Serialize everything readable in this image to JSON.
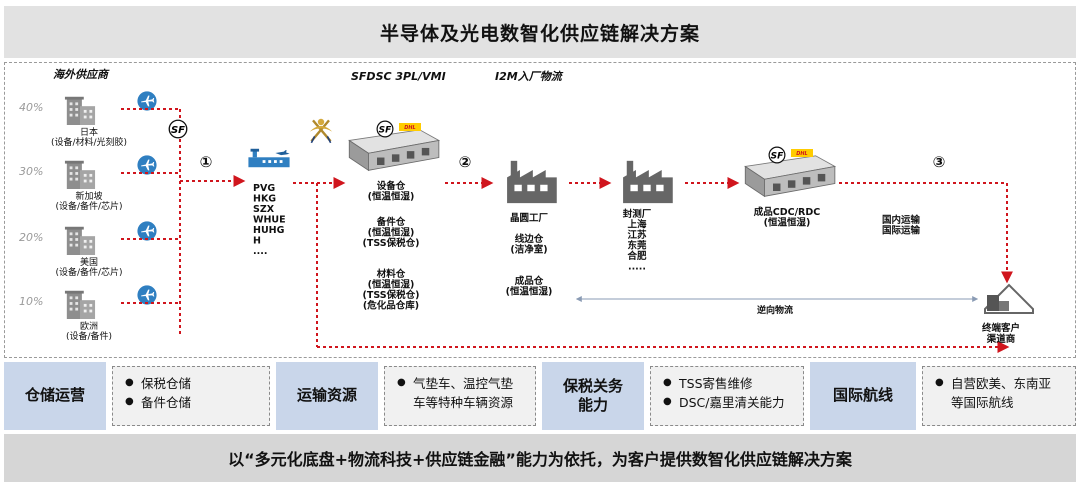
{
  "title": "半导体及光电数智化供应链解决方案",
  "diagram": {
    "overseas_title": "海外供应商",
    "sfdsc_title": "SFDSC 3PL/VMI",
    "i2m_title": "I2M入厂物流",
    "suppliers": [
      {
        "pct": "40%",
        "lines": [
          "日本",
          "(设备/材料/光刻胶)"
        ]
      },
      {
        "pct": "30%",
        "lines": [
          "新加坡",
          "(设备/备件/芯片)"
        ]
      },
      {
        "pct": "20%",
        "lines": [
          "美国",
          "(设备/备件/芯片)"
        ]
      },
      {
        "pct": "10%",
        "lines": [
          "欧洲",
          "(设备/备件)"
        ]
      }
    ],
    "steps": [
      "①",
      "②",
      "③"
    ],
    "airports": [
      "PVG",
      "HKG",
      "SZX",
      "WHUE",
      "HUHG",
      "H",
      "...."
    ],
    "warehouses": [
      [
        "设备仓",
        "(恒温恒湿)"
      ],
      [
        "备件仓",
        "(恒温恒湿)",
        "(TSS保税仓)"
      ],
      [
        "材料仓",
        "(恒温恒湿)",
        "(TSS保税仓)",
        "(危化品仓库)"
      ]
    ],
    "fab_lines": [
      "晶圆工厂",
      "",
      "线边仓",
      "(洁净室)",
      "",
      "",
      "成品仓",
      "(恒温恒湿)"
    ],
    "packaging_lines": [
      "封测厂",
      "上海",
      "江苏",
      "东莞",
      "合肥",
      "....."
    ],
    "cdc_lines": [
      "成品CDC/RDC",
      "(恒温恒湿)"
    ],
    "transport_lines": [
      "国内运输",
      "国际运输"
    ],
    "reverse_label": "逆向物流",
    "customer_lines": [
      "终端客户",
      "渠道商"
    ],
    "logo_texts": {
      "sf": "SF",
      "dhl": "DHL"
    }
  },
  "capabilities": [
    {
      "label": "仓储运营",
      "items": [
        "保税仓储",
        "备件仓储"
      ]
    },
    {
      "label": "运输资源",
      "items": [
        "气垫车、温控气垫车等特种车辆资源"
      ]
    },
    {
      "label": "保税关务能力",
      "items": [
        "TSS寄售维修",
        "DSC/嘉里清关能力"
      ]
    },
    {
      "label": "国际航线",
      "items": [
        "自营欧美、东南亚等国际航线"
      ]
    }
  ],
  "footer": "以“多元化底盘+物流科技+供应链金融”能力为依托，为客户提供数智化供应链解决方案",
  "colors": {
    "arrow": "#d0151d",
    "plane": "#2f7fc1",
    "label_band": "#c9d6ea",
    "factory": "#666666",
    "dhl": "#ffcc00"
  }
}
